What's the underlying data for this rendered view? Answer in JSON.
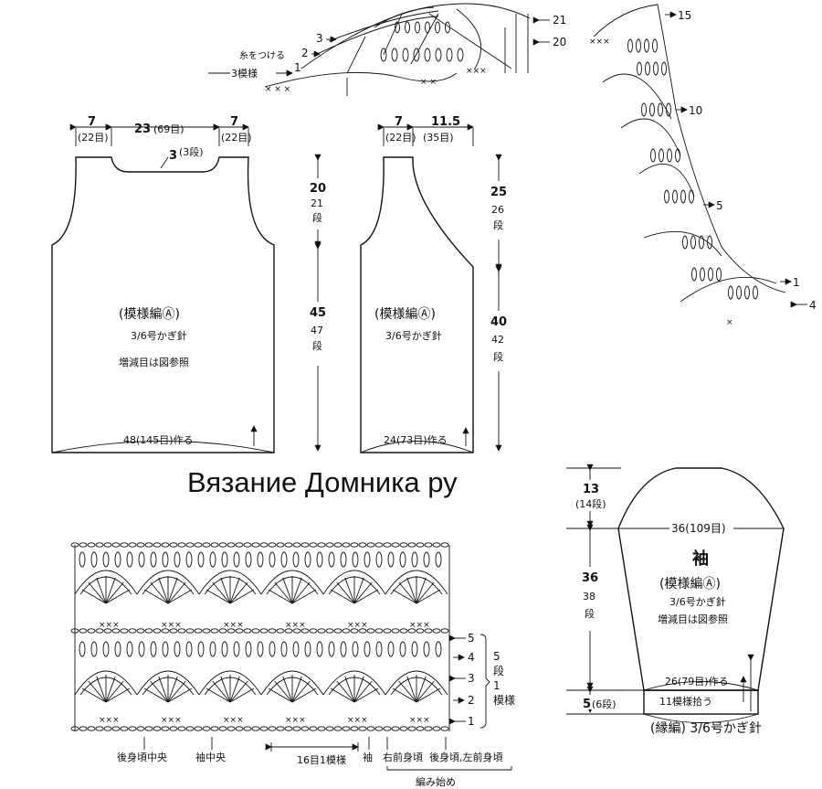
{
  "watermark": "Вязание Домника ру",
  "back_panel": {
    "dim_left": "7",
    "dim_left_rows": "(22目)",
    "dim_mid": "23",
    "dim_mid_rows": "(69目)",
    "dim_right": "7",
    "dim_right_rows": "(22目)",
    "neck_depth": "3",
    "neck_depth_rows": "(3段)",
    "armhole_h": "20",
    "armhole_h_rows": "21",
    "armhole_h_unit": "段",
    "body_h": "45",
    "body_h_rows": "47",
    "body_h_unit": "段",
    "pattern": "(模様編Ⓐ)",
    "hook": "3/6号かぎ針",
    "note": "増減目は図参照",
    "bottom": "48(145目)作る"
  },
  "front_panel": {
    "dim_left": "7",
    "dim_left_rows": "(22目)",
    "dim_right": "11.5",
    "dim_right_rows": "(35目)",
    "neck_h": "25",
    "neck_h_rows": "26",
    "neck_h_unit": "段",
    "body_h": "40",
    "body_h_rows": "42",
    "body_h_unit": "段",
    "pattern": "(模様編Ⓐ)",
    "hook": "3/6号かぎ針",
    "bottom": "24(73目)作る"
  },
  "sleeve": {
    "cap_h": "13",
    "cap_h_rows": "(14段)",
    "width": "36(109目)",
    "len": "36",
    "len_rows": "38",
    "len_unit": "段",
    "title": "袖",
    "pattern": "(模様編Ⓐ)",
    "hook": "3/6号かぎ針",
    "note": "増減目は図参照",
    "cuff_w": "26(79目)作る",
    "cuff_h": "5",
    "cuff_h_rows": "(6段)",
    "pickup": "11模様拾う",
    "edging": "(縁編) 3/6号かぎ針"
  },
  "top_chart": {
    "row_21": "21",
    "row_20": "20",
    "row_3": "3",
    "row_2": "2",
    "row_1": "1",
    "join_yarn": "糸をつける",
    "three_repeats": "3模様"
  },
  "right_chart": {
    "row_15": "15",
    "row_10": "10",
    "row_5": "5",
    "row_1": "1",
    "row_4": "4"
  },
  "main_chart": {
    "row_5": "5",
    "row_4": "4",
    "row_3": "3",
    "row_2": "2",
    "row_1": "1",
    "repeat_label": "5段1模様",
    "back_center": "後身頃中央",
    "sleeve_center": "袖中央",
    "stitches_repeat": "16目1模様",
    "sleeve": "袖",
    "right_front": "右前身頃",
    "back_left_front": "後身頃,左前身頃",
    "start": "編み始め"
  }
}
